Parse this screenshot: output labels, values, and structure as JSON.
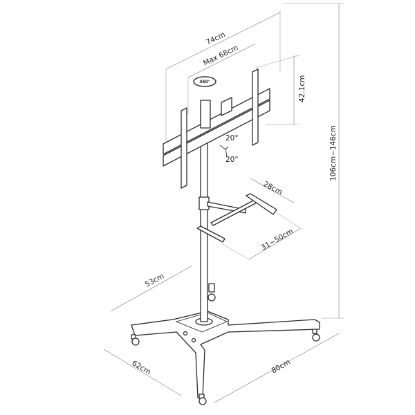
{
  "title": "Mobile TV stand dimension drawing",
  "labels": {
    "width_total": "74cm",
    "width_max": "Max 68cm",
    "bracket_height": "42.1cm",
    "total_height": "106cm~146cm",
    "tilt_up": "20°",
    "tilt_down": "20°",
    "rotation": "360°",
    "shelf_depth": "28cm",
    "shelf_width": "31~50cm",
    "base_depth": "53cm",
    "base_side": "62cm",
    "base_width": "80cm"
  }
}
